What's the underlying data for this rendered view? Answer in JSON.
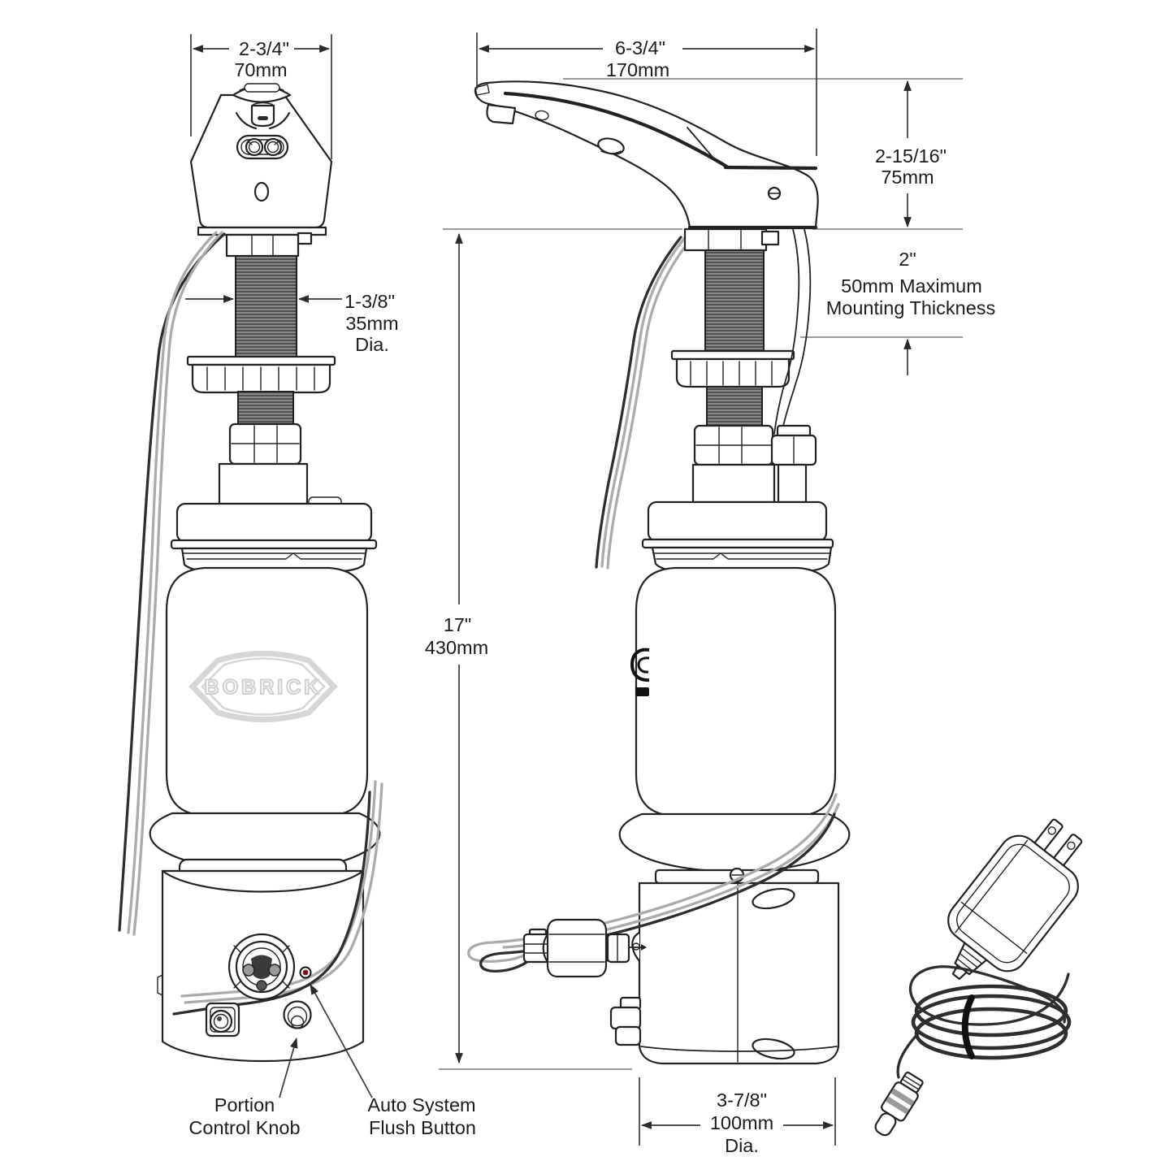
{
  "document": {
    "type": "product dimension drawing",
    "subject": "counter-mounted automatic soap dispenser with under-counter bottle and motor unit, shown in front and side views with AC power adapter",
    "brand": "BOBRICK"
  },
  "logo": {
    "text": "BOBRICK"
  },
  "dims": {
    "spout_width": {
      "inch": "2-3/4\"",
      "mm": "70mm"
    },
    "spout_projection": {
      "inch": "6-3/4\"",
      "mm": "170mm"
    },
    "spout_height": {
      "inch": "2-15/16\"",
      "mm": "75mm"
    },
    "mounting": {
      "inch": "2\"",
      "line2": "50mm Maximum",
      "line3": "Mounting Thickness"
    },
    "shank": {
      "inch": "1-3/8\"",
      "mm": "35mm",
      "qualifier": "Dia."
    },
    "overall_height": {
      "inch": "17\"",
      "mm": "430mm"
    },
    "motor": {
      "inch": "3-7/8\"",
      "mm": "100mm",
      "qualifier": "Dia."
    }
  },
  "callouts": {
    "portion": {
      "line1": "Portion",
      "line2": "Control Knob"
    },
    "flush": {
      "line1": "Auto System",
      "line2": "Flush Button"
    }
  },
  "colors": {
    "line": "#222222",
    "reference_line": "#8c8c8c",
    "wire_gray": "#ababab",
    "wire_dark": "#2e2e2e",
    "led_red": "#7c1420",
    "logo_gray": "#d6d6d6",
    "thread_fill": "#3b3b3b"
  }
}
